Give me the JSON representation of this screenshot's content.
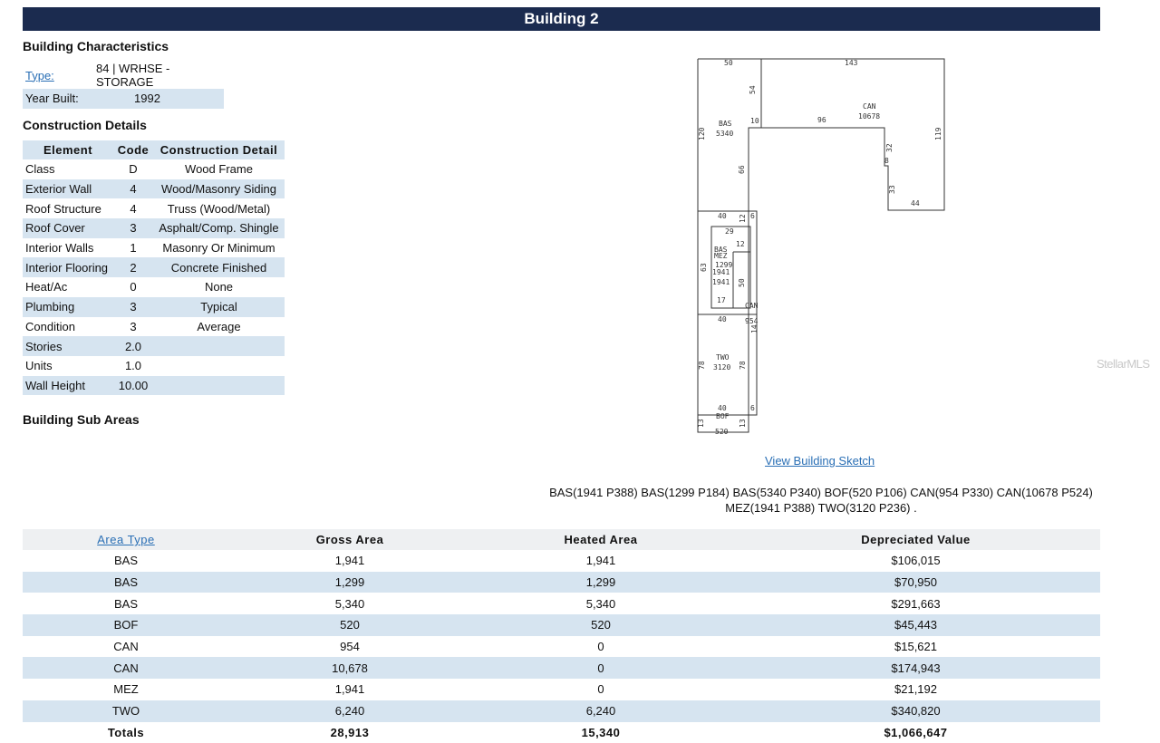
{
  "header": {
    "title": "Building 2"
  },
  "characteristics": {
    "title": "Building Characteristics",
    "type_label": "Type:",
    "type_value": "84 | WRHSE - STORAGE",
    "year_label": "Year Built:",
    "year_value": "1992"
  },
  "construction": {
    "title": "Construction Details",
    "headers": [
      "Element",
      "Code",
      "Construction Detail"
    ],
    "rows": [
      [
        "Class",
        "D",
        "Wood Frame"
      ],
      [
        "Exterior Wall",
        "4",
        "Wood/Masonry Siding"
      ],
      [
        "Roof Structure",
        "4",
        "Truss (Wood/Metal)"
      ],
      [
        "Roof Cover",
        "3",
        "Asphalt/Comp. Shingle"
      ],
      [
        "Interior Walls",
        "1",
        "Masonry Or Minimum"
      ],
      [
        "Interior Flooring",
        "2",
        "Concrete Finished"
      ],
      [
        "Heat/Ac",
        "0",
        "None"
      ],
      [
        "Plumbing",
        "3",
        "Typical"
      ],
      [
        "Condition",
        "3",
        "Average"
      ],
      [
        "Stories",
        "2.0",
        ""
      ],
      [
        "Units",
        "1.0",
        ""
      ],
      [
        "Wall Height",
        "10.00",
        ""
      ]
    ]
  },
  "sub_areas": {
    "title": "Building Sub Areas",
    "headers": [
      "Area Type",
      "Gross Area",
      "Heated Area",
      "Depreciated Value"
    ],
    "rows": [
      [
        "BAS",
        "1,941",
        "1,941",
        "$106,015"
      ],
      [
        "BAS",
        "1,299",
        "1,299",
        "$70,950"
      ],
      [
        "BAS",
        "5,340",
        "5,340",
        "$291,663"
      ],
      [
        "BOF",
        "520",
        "520",
        "$45,443"
      ],
      [
        "CAN",
        "954",
        "0",
        "$15,621"
      ],
      [
        "CAN",
        "10,678",
        "0",
        "$174,943"
      ],
      [
        "MEZ",
        "1,941",
        "0",
        "$21,192"
      ],
      [
        "TWO",
        "6,240",
        "6,240",
        "$340,820"
      ]
    ],
    "totals": [
      "Totals",
      "28,913",
      "15,340",
      "$1,066,647"
    ]
  },
  "sketch": {
    "link_text": "View Building Sketch",
    "summary": "BAS(1941 P388) BAS(1299 P184) BAS(5340 P340) BOF(520 P106) CAN(954 P330) CAN(10678 P524) MEZ(1941 P388) TWO(3120 P236) .",
    "labels": {
      "d50": "50",
      "d143": "143",
      "d54": "54",
      "d10": "10",
      "d96": "96",
      "can_name": "CAN",
      "can_area": "10678",
      "d119": "119",
      "d120": "120",
      "bas_name": "BAS",
      "bas_area": "5340",
      "d66": "66",
      "d32": "32",
      "d8": "8",
      "d33": "33",
      "d44": "44",
      "d40a": "40",
      "d12a": "12",
      "d6a": "6",
      "d29": "29",
      "d12b": "12",
      "bas2_name": "BAS",
      "mez_name": "MEZ",
      "a1299": "1299",
      "a1941a": "1941",
      "a1941b": "1941",
      "d63": "63",
      "d50b": "50",
      "d17": "17",
      "can2_name": "CAN",
      "a954": "954",
      "d14": "14",
      "d40b": "40",
      "two_name": "TWO",
      "two_area": "3120",
      "d78a": "78",
      "d78b": "78",
      "d40c": "40",
      "d6b": "6",
      "bof_name": "BOF",
      "d13a": "13",
      "d13b": "13",
      "a520": "520"
    }
  },
  "watermark": "StellarMLS"
}
